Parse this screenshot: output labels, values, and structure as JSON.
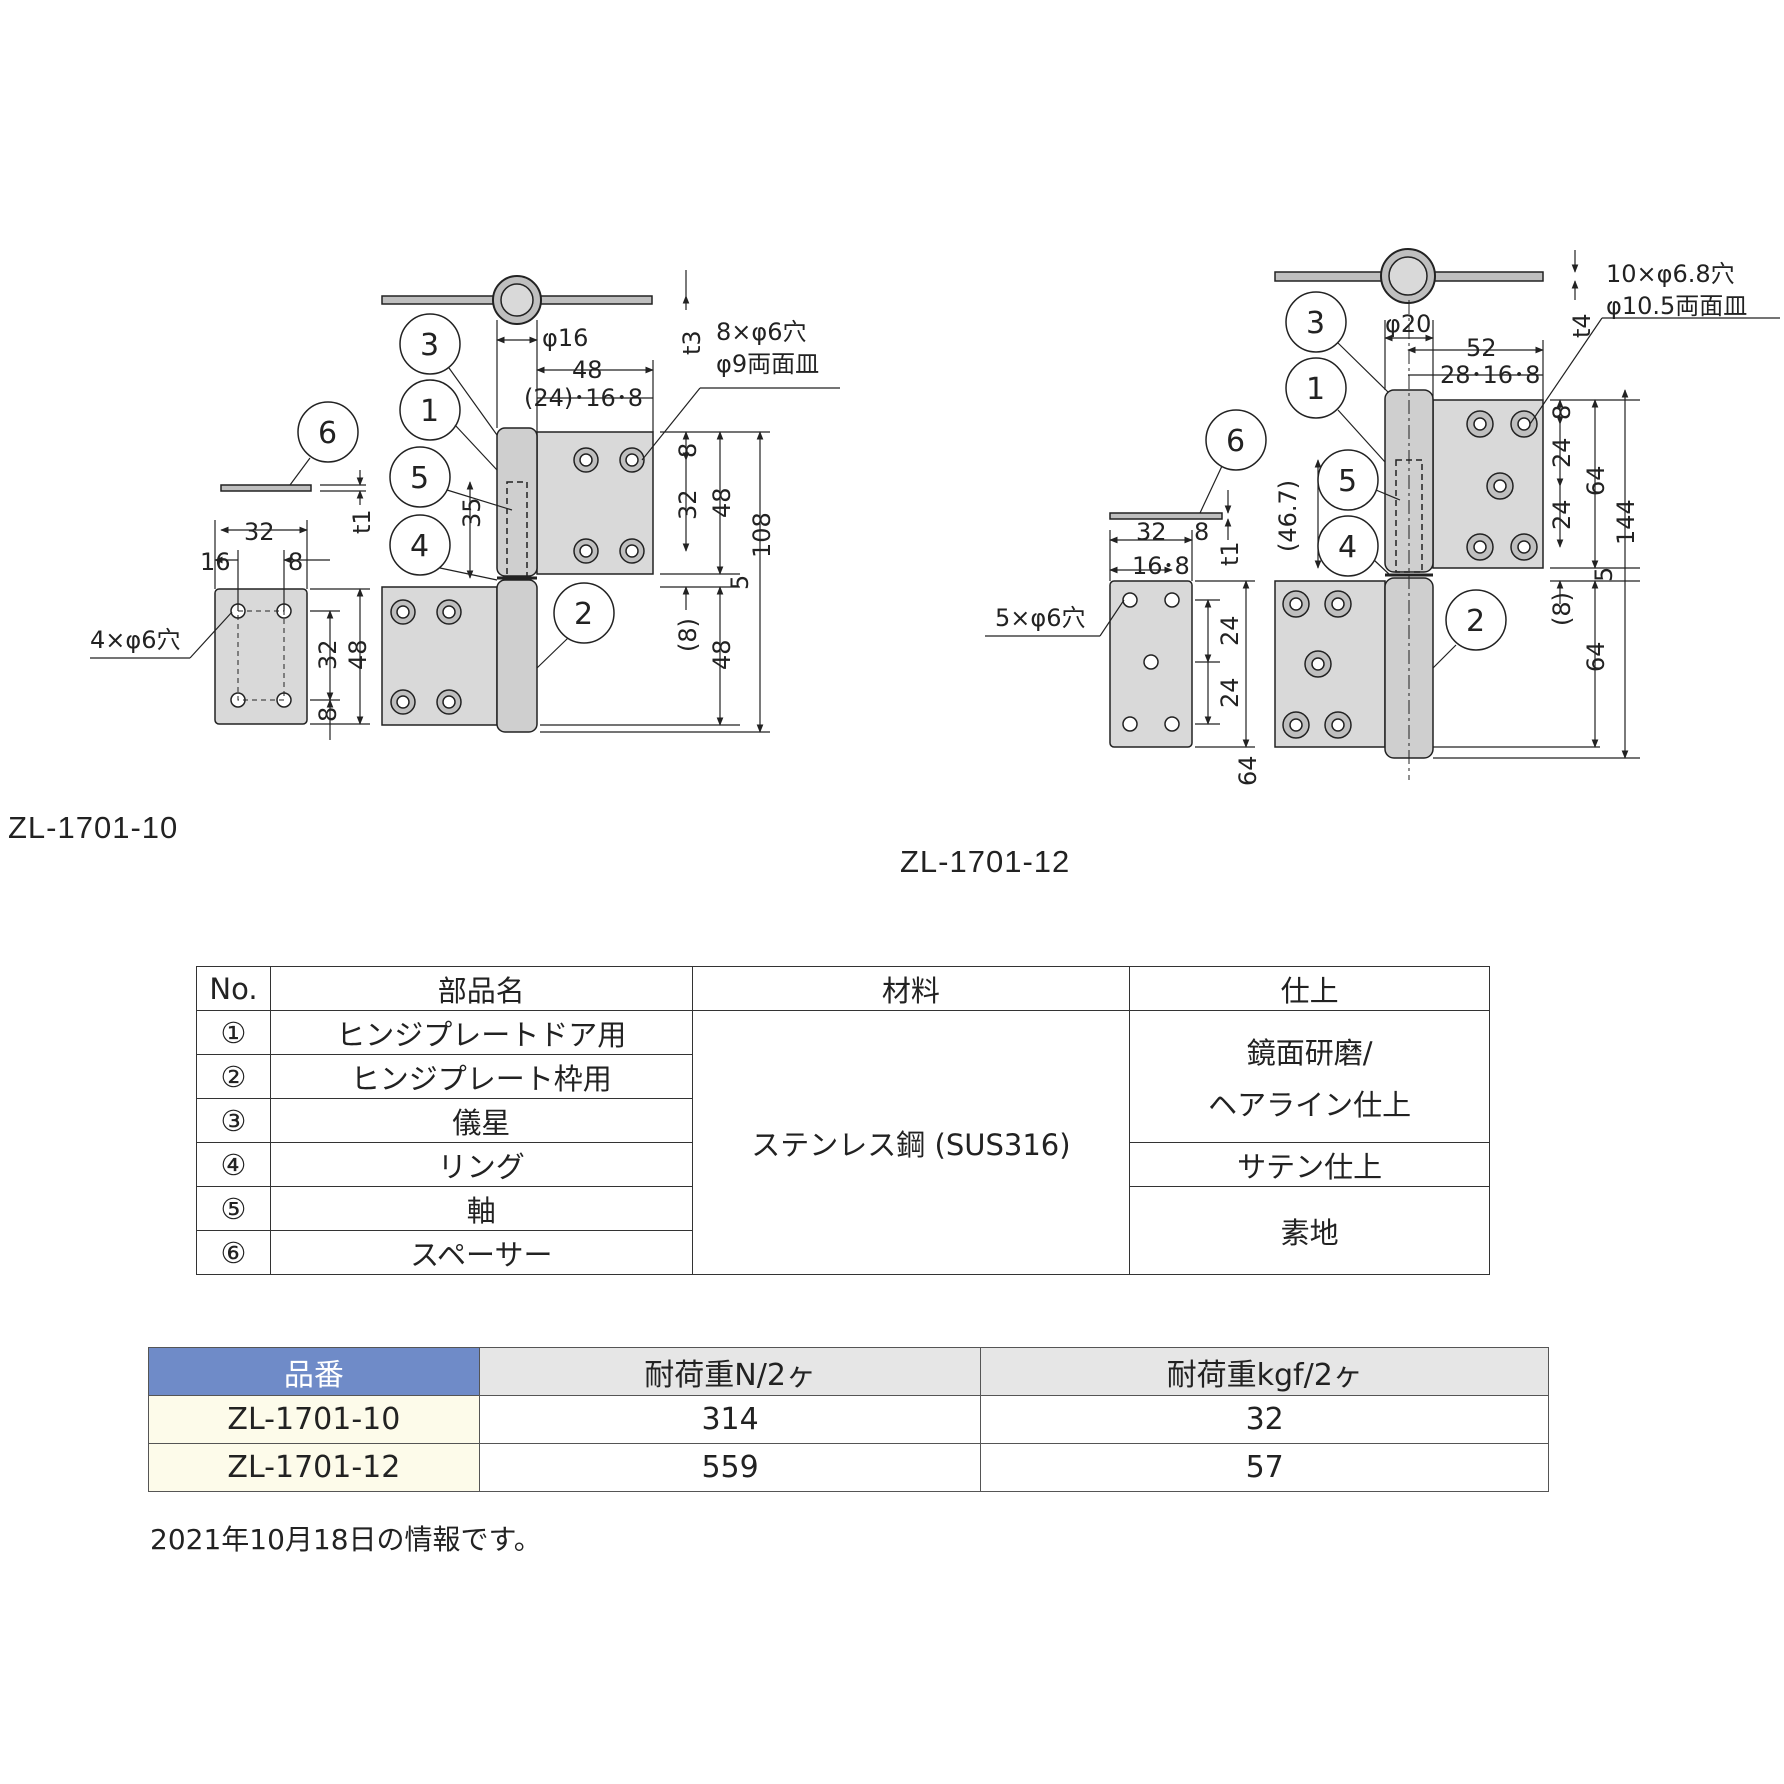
{
  "drawing_left": {
    "model": "ZL-1701-10",
    "dims": {
      "phi16": "φ16",
      "d48": "48",
      "d24_16_8": "(24)･16･8",
      "holes_1": "8×φ6穴",
      "holes_2": "φ9両面皿",
      "t3": "t3",
      "t1": "t1",
      "d8a": "8",
      "d32a": "32",
      "d48a": "48",
      "d108": "108",
      "d5": "5",
      "d8p": "(8)",
      "d48b": "48",
      "d35": "35",
      "s32": "32",
      "s16": "16",
      "s8": "8",
      "s4holes": "4×φ6穴",
      "s32v": "32",
      "s48v": "48",
      "s8v": "8"
    }
  },
  "drawing_right": {
    "model": "ZL-1701-12",
    "dims": {
      "phi20": "φ20",
      "d52": "52",
      "d28_16_8": "28･16･8",
      "holes_1": "10×φ6.8穴",
      "holes_2": "φ10.5両面皿",
      "t4": "t4",
      "t1": "t1",
      "d8": "8",
      "d24a": "24",
      "d64a": "64",
      "d24b": "24",
      "d144": "144",
      "d5": "5",
      "d8p": "(8)",
      "d64b": "64",
      "d467": "(46.7)",
      "s32": "32",
      "s8": "8",
      "s16_8": "16･8",
      "s5holes": "5×φ6穴",
      "s24a": "24",
      "s24b": "24",
      "s64": "64"
    }
  },
  "bubbles": [
    "1",
    "2",
    "3",
    "4",
    "5",
    "6"
  ],
  "parts_table": {
    "headers": [
      "No.",
      "部品名",
      "材料",
      "仕上"
    ],
    "rows": [
      {
        "no": "①",
        "name": "ヒンジプレートドア用"
      },
      {
        "no": "②",
        "name": "ヒンジプレート枠用"
      },
      {
        "no": "③",
        "name": "儀星"
      },
      {
        "no": "④",
        "name": "リング"
      },
      {
        "no": "⑤",
        "name": "軸"
      },
      {
        "no": "⑥",
        "name": "スペーサー"
      }
    ],
    "material": "ステンレス鋼 (SUS316)",
    "finish_1": "鏡面研磨/",
    "finish_1b": "ヘアライン仕上",
    "finish_2": "サテン仕上",
    "finish_3": "素地"
  },
  "load_table": {
    "headers": [
      "品番",
      "耐荷重N/2ヶ",
      "耐荷重kgf/2ヶ"
    ],
    "rows": [
      [
        "ZL-1701-10",
        "314",
        "32"
      ],
      [
        "ZL-1701-12",
        "559",
        "57"
      ]
    ]
  },
  "note": "2021年10月18日の情報です。",
  "colors": {
    "part_fill": "#d9d9d9",
    "header_blue": "#6f8bc8",
    "row_cream": "#fdfbea"
  }
}
